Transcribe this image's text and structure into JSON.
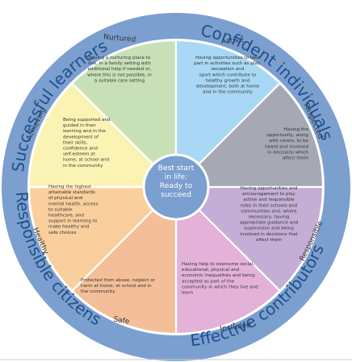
{
  "center": {
    "lines": [
      "Best start",
      "in life:",
      "Ready to",
      "succeed"
    ]
  },
  "outer_labels": {
    "successful_learners": "Successful learners",
    "confident_individuals": "Confident individuals",
    "effective_contributors": "Effective contributors",
    "responsible_citizens": "Responsible citizens"
  },
  "segments": [
    {
      "id": "nurtured",
      "label": "Nurtured",
      "color": "#c7e0b8",
      "text": [
        "Having a nurturing place to",
        "live, in a family setting with",
        "additional help if needed or,",
        "where this is not possible, in",
        "a suitable care setting"
      ]
    },
    {
      "id": "active",
      "label": "Active",
      "color": "#a8d8f5",
      "text": [
        "Having opportunities to take",
        "part in activities such as play,",
        "recreation and",
        "sport which contribute to",
        "healthy growth and",
        "development, both at home",
        "and in the community"
      ]
    },
    {
      "id": "respected",
      "label": "Respected",
      "color": "#a6a9b4",
      "text": [
        "Having the",
        "opportunity, along",
        "with carers, to be",
        "heard and involved",
        "in decisions which",
        "affect them"
      ]
    },
    {
      "id": "responsible",
      "label": "Responsible",
      "color": "#c5aed6",
      "text": [
        "Having opportunities and",
        "encouragement to play",
        "active and responsible",
        "roles in their schools and",
        "communities and, where",
        "necessary, having",
        "appropriate guidance and",
        "supervision and being",
        "involved in decisions that",
        "affect them"
      ]
    },
    {
      "id": "included",
      "label": "Included",
      "color": "#e4b2d8",
      "text": [
        "Having help to overcome social,",
        "educational, physical and",
        "economic inequalities and being",
        "accepted as part of the",
        "community in which they live and",
        "learn"
      ]
    },
    {
      "id": "safe",
      "label": "Safe",
      "color": "#f4bf98",
      "text": [
        "Protected from abuse, neglect or",
        "harm at home, at school and in",
        "the community"
      ]
    },
    {
      "id": "healthy",
      "label": "Healthy",
      "color": "#f9cf9d",
      "text": [
        "Having the highest",
        "attainable standards",
        "of physical and",
        "mental health, access",
        "to suitable",
        "healthcare, and",
        "support in learning to",
        "make healthy and",
        "safe choices"
      ]
    },
    {
      "id": "achieving",
      "label": "Achieving",
      "color": "#fbf3b4",
      "text": [
        "Being supported and",
        "guided in their",
        "learning and in the",
        "development of",
        "their skills,",
        "confidence and",
        "self-esteem at",
        "home, at school and",
        "in the community"
      ]
    }
  ],
  "colors": {
    "ring": "#7b9fcf",
    "ring_text": "#1f4f8a",
    "center": "#7b9fcf"
  }
}
